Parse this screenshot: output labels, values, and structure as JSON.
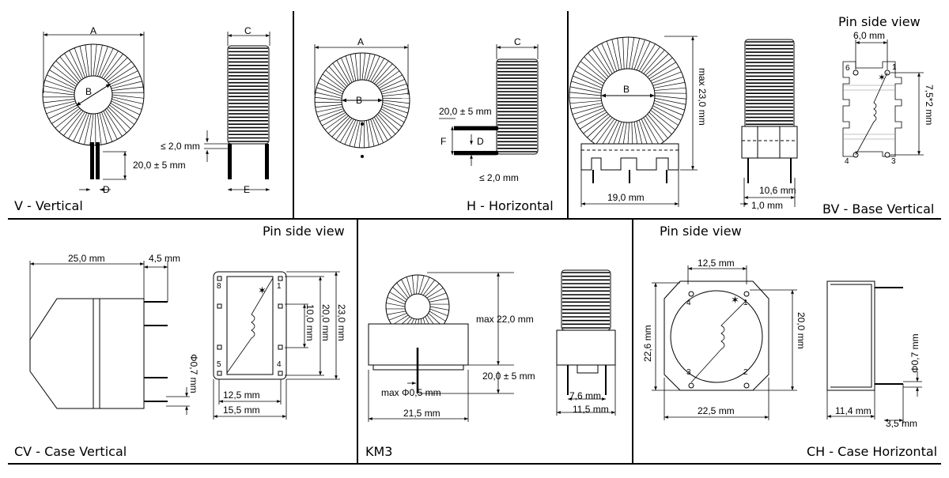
{
  "panels": {
    "v": {
      "caption": "V - Vertical",
      "A": "A",
      "B": "B",
      "C": "C",
      "D": "D",
      "E": "E",
      "lead_gap": "≤ 2,0 mm",
      "lead_len": "20,0 ± 5 mm"
    },
    "h": {
      "caption": "H - Horizontal",
      "A": "A",
      "B": "B",
      "C": "C",
      "D": "D",
      "F": "F",
      "lead_len": "20,0 ± 5 mm",
      "gap": "≤ 2,0 mm"
    },
    "bv": {
      "caption": "BV - Base Vertical",
      "B": "B",
      "height": "max 23,0 mm",
      "width": "19,0 mm",
      "depth": "10,6 mm",
      "pin": "1,0 mm",
      "pin_view": "Pin side view",
      "pitch_x": "6,0 mm",
      "pitch_y": "7,5*2 mm",
      "pins": [
        "6",
        "1",
        "4",
        "3"
      ]
    },
    "cv": {
      "caption": "CV - Case Vertical",
      "pin_view": "Pin side view",
      "length": "25,0 mm",
      "pin_off": "4,5 mm",
      "pin_dia": "Φ0,7 mm",
      "h1": "10,0 mm",
      "h2": "20,0 mm",
      "h3": "23,0 mm",
      "w1": "12,5 mm",
      "w2": "15,5 mm",
      "pins": [
        "8",
        "1",
        "5",
        "4"
      ]
    },
    "km3": {
      "caption": "KM3",
      "height": "max 22,0 mm",
      "pin_dia": "max Φ0,5 mm",
      "lead_len": "20,0 ± 5 mm",
      "width": "21,5 mm",
      "pitch": "7,6 mm",
      "depth": "11,5 mm"
    },
    "ch": {
      "caption": "CH - Case Horizontal",
      "pin_view": "Pin side view",
      "top": "12,5 mm",
      "side_l": "22,6 mm",
      "side_r": "20,0 mm",
      "bottom": "22,5 mm",
      "pin_dia": "Φ0,7 mm",
      "depth": "11,4 mm",
      "pin_off": "3,5 mm",
      "pins": [
        "4",
        "1",
        "3",
        "2"
      ]
    }
  }
}
